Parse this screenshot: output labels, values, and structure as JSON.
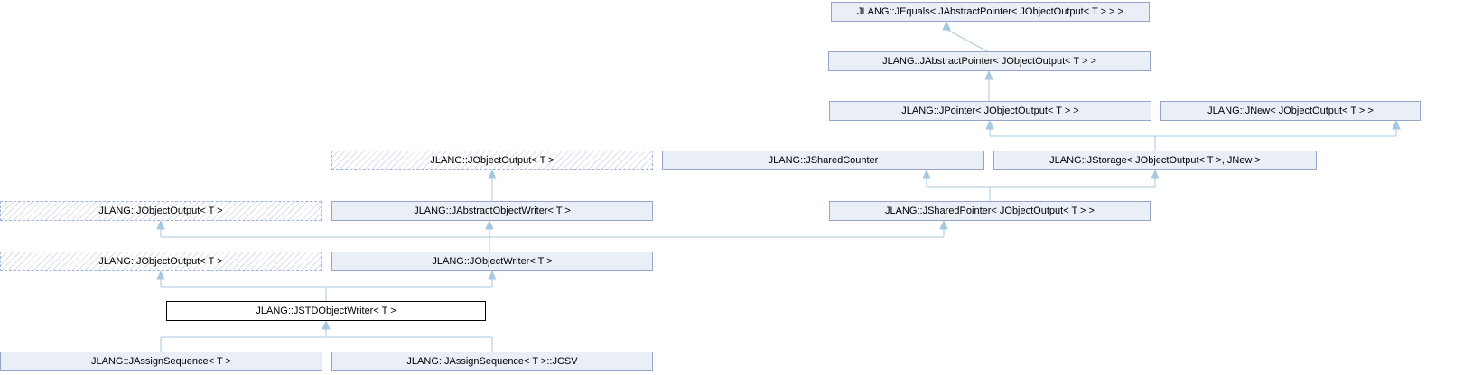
{
  "diagram": {
    "kind": "doxygen-class-inheritance-graph",
    "focus_class": "JLANG::JSTDObjectWriter< T >",
    "colors": {
      "background": "#ffffff",
      "node_fill": "#eaeef6",
      "node_border": "#97a6c6",
      "dashed_border": "#9fb4d8",
      "hatch_stripe": "#d8dfee",
      "focus_border": "#000000",
      "edge": "#a6c9e2",
      "text": "#000000"
    },
    "nodes": [
      {
        "id": "jequals",
        "label": "JLANG::JEquals< JAbstractPointer< JObjectOutput< T > > >",
        "style": "class"
      },
      {
        "id": "jabstractpointer",
        "label": "JLANG::JAbstractPointer< JObjectOutput< T > >",
        "style": "class"
      },
      {
        "id": "jpointer",
        "label": "JLANG::JPointer< JObjectOutput< T > >",
        "style": "class"
      },
      {
        "id": "jnew",
        "label": "JLANG::JNew< JObjectOutput< T > >",
        "style": "class"
      },
      {
        "id": "jobjectoutput-a",
        "label": "JLANG::JObjectOutput< T >",
        "style": "template-hatched"
      },
      {
        "id": "jsharedcounter",
        "label": "JLANG::JSharedCounter",
        "style": "class"
      },
      {
        "id": "jstorage",
        "label": "JLANG::JStorage< JObjectOutput< T >, JNew >",
        "style": "class"
      },
      {
        "id": "jobjectoutput-b",
        "label": "JLANG::JObjectOutput< T >",
        "style": "template-hatched"
      },
      {
        "id": "jabstractobjectwriter",
        "label": "JLANG::JAbstractObjectWriter< T >",
        "style": "class"
      },
      {
        "id": "jsharedpointer",
        "label": "JLANG::JSharedPointer< JObjectOutput< T > >",
        "style": "class"
      },
      {
        "id": "jobjectoutput-c",
        "label": "JLANG::JObjectOutput< T >",
        "style": "template-hatched"
      },
      {
        "id": "jobjectwriter",
        "label": "JLANG::JObjectWriter< T >",
        "style": "class"
      },
      {
        "id": "jstdobjectwriter",
        "label": "JLANG::JSTDObjectWriter< T >",
        "style": "focus"
      },
      {
        "id": "jassignsequence",
        "label": "JLANG::JAssignSequence< T >",
        "style": "class"
      },
      {
        "id": "jassignsequence-jcsv",
        "label": "JLANG::JAssignSequence< T >::JCSV",
        "style": "class"
      }
    ],
    "edges": [
      {
        "from": "jabstractpointer",
        "to": "jequals",
        "relation": "inherits"
      },
      {
        "from": "jpointer",
        "to": "jabstractpointer",
        "relation": "inherits"
      },
      {
        "from": "jstorage",
        "to": "jpointer",
        "relation": "inherits"
      },
      {
        "from": "jstorage",
        "to": "jnew",
        "relation": "inherits"
      },
      {
        "from": "jsharedpointer",
        "to": "jsharedcounter",
        "relation": "inherits"
      },
      {
        "from": "jsharedpointer",
        "to": "jstorage",
        "relation": "inherits"
      },
      {
        "from": "jabstractobjectwriter",
        "to": "jobjectoutput-a",
        "relation": "inherits"
      },
      {
        "from": "jobjectwriter",
        "to": "jabstractobjectwriter",
        "relation": "inherits"
      },
      {
        "from": "jobjectwriter",
        "to": "jobjectoutput-b",
        "relation": "inherits"
      },
      {
        "from": "jobjectwriter",
        "to": "jsharedpointer",
        "relation": "inherits"
      },
      {
        "from": "jstdobjectwriter",
        "to": "jobjectoutput-c",
        "relation": "inherits"
      },
      {
        "from": "jstdobjectwriter",
        "to": "jobjectwriter",
        "relation": "inherits"
      },
      {
        "from": "jassignsequence",
        "to": "jstdobjectwriter",
        "relation": "inherits"
      },
      {
        "from": "jassignsequence-jcsv",
        "to": "jstdobjectwriter",
        "relation": "inherits"
      }
    ]
  }
}
